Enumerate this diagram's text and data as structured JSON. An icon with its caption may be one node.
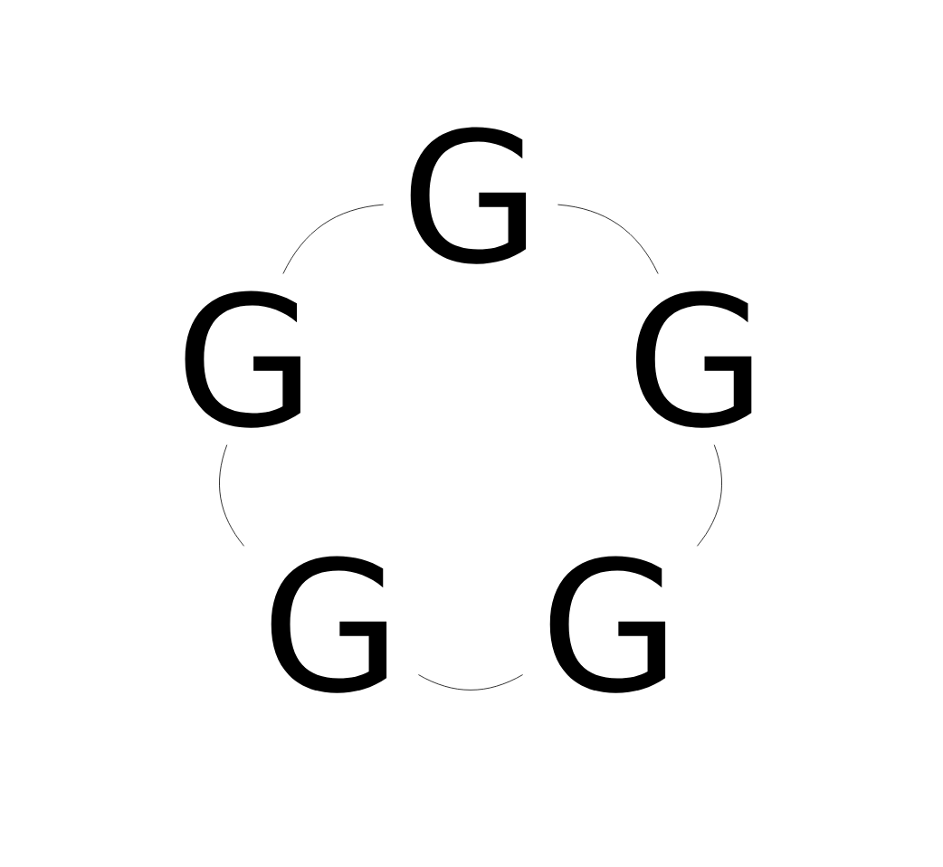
{
  "diagram": {
    "nodes": [
      {
        "text": [
          "G"
        ]
      },
      {
        "text": [
          "G"
        ]
      },
      {
        "text": [
          "G"
        ]
      },
      {
        "text": [
          "G"
        ]
      },
      {
        "text": [
          "G"
        ]
      }
    ],
    "edges": [
      {
        "from": 0,
        "to": 2,
        "arrow": "none"
      },
      {
        "from": 2,
        "to": 4,
        "arrow": "none"
      },
      {
        "from": 4,
        "to": 3,
        "arrow": "none"
      },
      {
        "from": 3,
        "to": 1,
        "arrow": "none"
      },
      {
        "from": 1,
        "to": 0,
        "arrow": "none"
      }
    ]
  }
}
